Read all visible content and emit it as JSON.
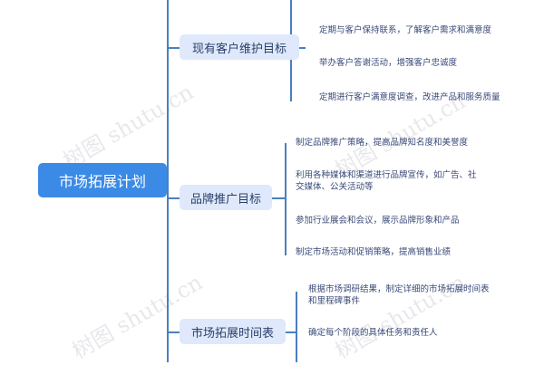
{
  "root": {
    "label": "市场拓展计划"
  },
  "branches": [
    {
      "label": "现有客户维护目标",
      "leaves": [
        "定期与客户保持联系，了解客户需求和满意度",
        "举办客户答谢活动，增强客户忠诚度",
        "定期进行客户满意度调查，改进产品和服务质量"
      ]
    },
    {
      "label": "品牌推广目标",
      "leaves": [
        "制定品牌推广策略，提高品牌知名度和美誉度",
        "利用各种媒体和渠道进行品牌宣传，如广告、社交媒体、公关活动等",
        "参加行业展会和会议，展示品牌形象和产品",
        "制定市场活动和促销策略，提高销售业绩"
      ]
    },
    {
      "label": "市场拓展时间表",
      "leaves": [
        "根据市场调研结果，制定详细的市场拓展时间表和里程碑事件",
        "确定每个阶段的具体任务和责任人"
      ]
    }
  ],
  "watermark": "树图 shutu.cn",
  "colors": {
    "root": "#3b8ae6",
    "branch": "#dfe9fb",
    "line": "#4a7fc0"
  }
}
